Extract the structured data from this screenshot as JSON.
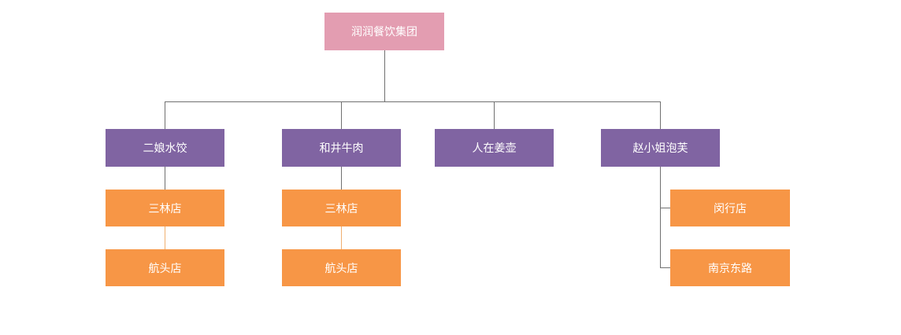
{
  "colors": {
    "root": "#e39db1",
    "brand": "#8064a2",
    "store": "#f79646",
    "connector": "#707070",
    "store_connector": "#f0b070",
    "background": "#ffffff"
  },
  "org": {
    "root": {
      "label": "润润餐饮集团"
    },
    "brands": [
      {
        "label": "二娘水饺",
        "stores": [
          {
            "label": "三林店"
          },
          {
            "label": "航头店"
          }
        ]
      },
      {
        "label": "和井牛肉",
        "stores": [
          {
            "label": "三林店"
          },
          {
            "label": "航头店"
          }
        ]
      },
      {
        "label": "人在姜壶",
        "stores": []
      },
      {
        "label": "赵小姐泡芙",
        "stores": [
          {
            "label": "闵行店"
          },
          {
            "label": "南京东路"
          }
        ]
      }
    ]
  }
}
